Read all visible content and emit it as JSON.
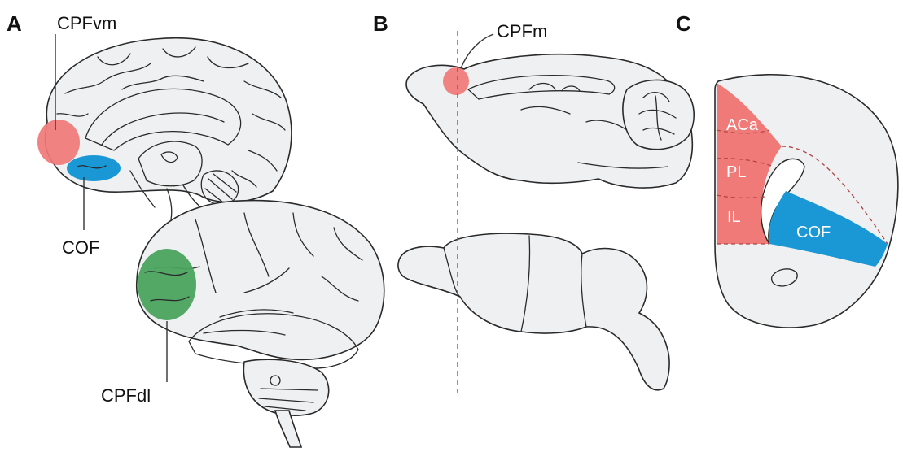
{
  "panels": {
    "a": {
      "letter": "A",
      "labels": {
        "cpfvm": "CPFvm",
        "cof": "COF",
        "cpfdl": "CPFdl"
      }
    },
    "b": {
      "letter": "B",
      "labels": {
        "cpfm": "CPFm"
      }
    },
    "c": {
      "letter": "C",
      "labels": {
        "aca": "ACa",
        "pl": "PL",
        "il": "IL",
        "cof": "COF"
      }
    }
  },
  "colors": {
    "red_region": "#f07a78",
    "blue_region": "#1a98d5",
    "green_region": "#4aa35e",
    "tissue": "#eef0f2",
    "outline": "#2a2a2a"
  }
}
